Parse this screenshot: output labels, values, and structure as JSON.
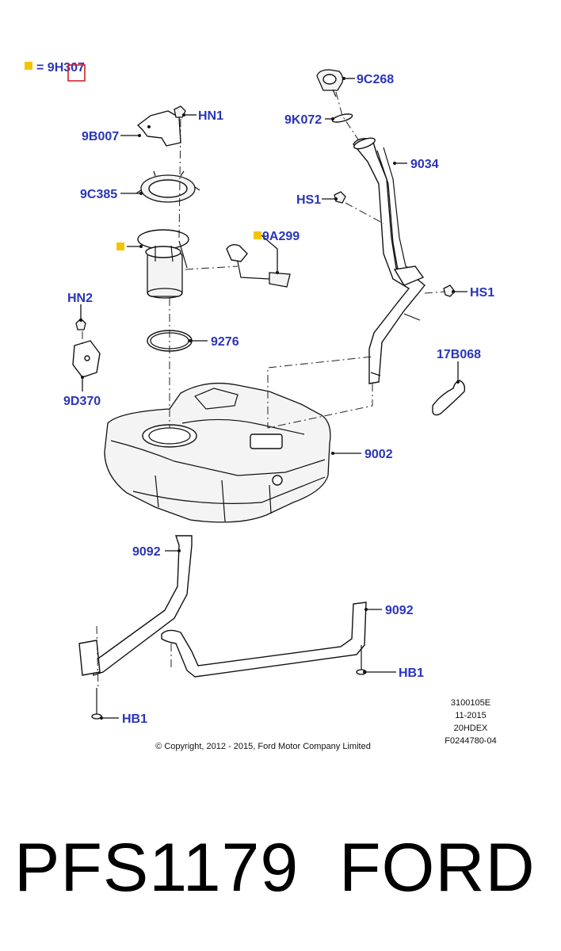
{
  "legend": {
    "marker_text": "= 9H307",
    "marker_color": "#f5c400",
    "highlight_color": "#d0232a"
  },
  "callouts": {
    "c9C268": "9C268",
    "c9K072": "9K072",
    "c9034": "9034",
    "cHS1a": "HS1",
    "cHS1b": "HS1",
    "cHN1": "HN1",
    "c9B007": "9B007",
    "c9C385": "9C385",
    "c9A299": "9A299",
    "cHN2": "HN2",
    "c9276": "9276",
    "c9D370": "9D370",
    "c17B068": "17B068",
    "c9002": "9002",
    "c9092a": "9092",
    "c9092b": "9092",
    "cHB1a": "HB1",
    "cHB1b": "HB1"
  },
  "colors": {
    "callout": "#2a35b8",
    "marker": "#f5c400"
  },
  "drawing_info": [
    "3100105E",
    "11-2015",
    "20HDEX",
    "F0244780-04"
  ],
  "copyright": "© Copyright, 2012 - 2015, Ford Motor Company Limited",
  "caption": {
    "part_number": "PFS1179",
    "brand": "FORD"
  }
}
